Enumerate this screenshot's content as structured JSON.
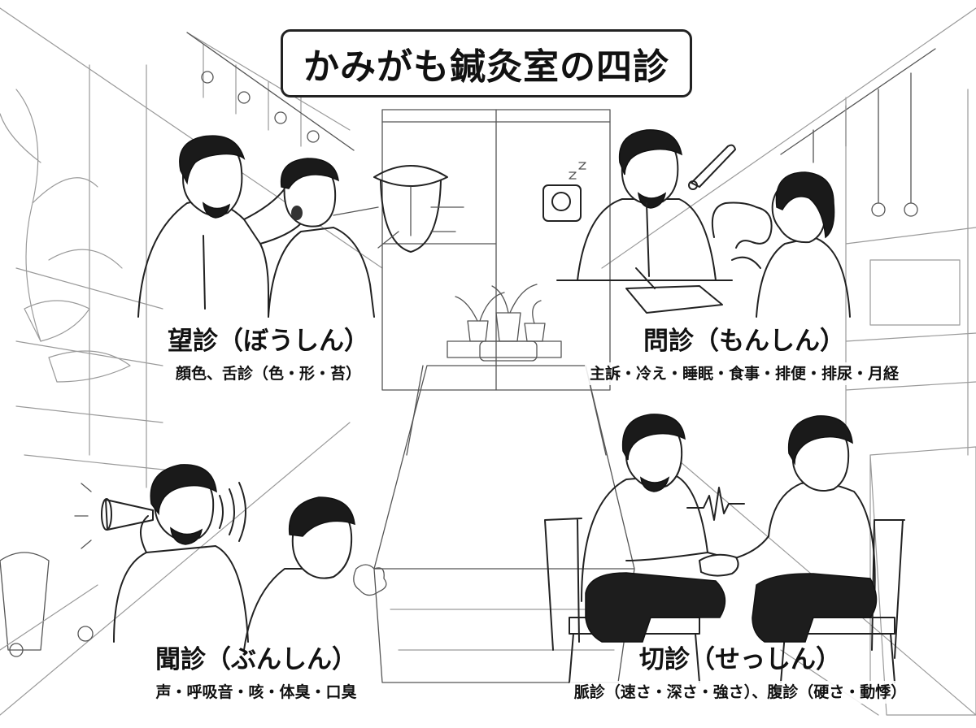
{
  "title": "かみがも鍼灸室の四診",
  "panels": [
    {
      "key": "boshin",
      "title": "望診（ぼうしん）",
      "desc": "顔色、舌診（色・形・苔）"
    },
    {
      "key": "monshin",
      "title": "問診（もんしん）",
      "desc": "主訴・冷え・睡眠・食事・排便・排尿・月経"
    },
    {
      "key": "bunshin",
      "title": "聞診（ぶんしん）",
      "desc": "声・呼吸音・咳・体臭・口臭"
    },
    {
      "key": "setsushin",
      "title": "切診（せっしん）",
      "desc": "脈診（速さ・深さ・強さ）、腹診（硬さ・動悸）"
    }
  ],
  "icons": [
    "tongue-icon",
    "thermometer-icon",
    "sleeping-face-icon",
    "intestine-icon",
    "ear-trumpet-icon",
    "sound-waves-icon",
    "breath-puff-icon",
    "pulse-wave-icon"
  ],
  "colors": {
    "ink": "#111111",
    "background": "#ffffff"
  }
}
